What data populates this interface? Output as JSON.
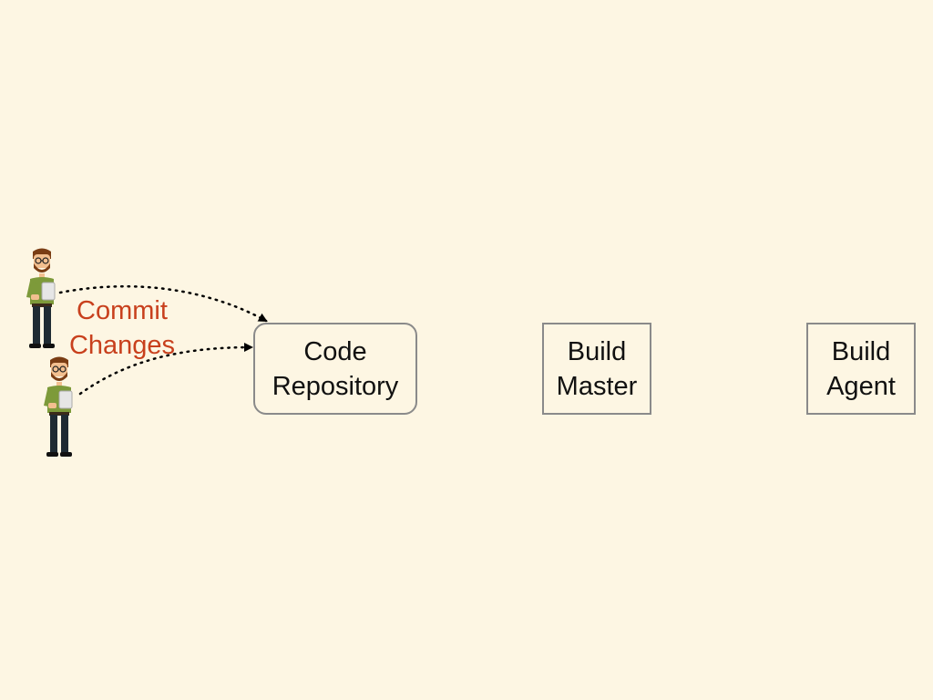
{
  "diagram": {
    "commit_label": {
      "line1": "Commit",
      "line2": "Changes"
    },
    "nodes": [
      {
        "id": "repo",
        "line1": "Code",
        "line2": "Repository"
      },
      {
        "id": "master",
        "line1": "Build",
        "line2": "Master"
      },
      {
        "id": "agent",
        "line1": "Build",
        "line2": "Agent"
      }
    ],
    "edges": [
      {
        "from": "developer-1",
        "to": "repo",
        "style": "dotted"
      },
      {
        "from": "developer-2",
        "to": "repo",
        "style": "dotted"
      }
    ],
    "colors": {
      "background": "#fdf6e3",
      "label_accent": "#c8401d",
      "box_border": "#8a8a8a",
      "text": "#111111"
    },
    "icons": [
      "developer-icon",
      "developer-icon"
    ]
  }
}
